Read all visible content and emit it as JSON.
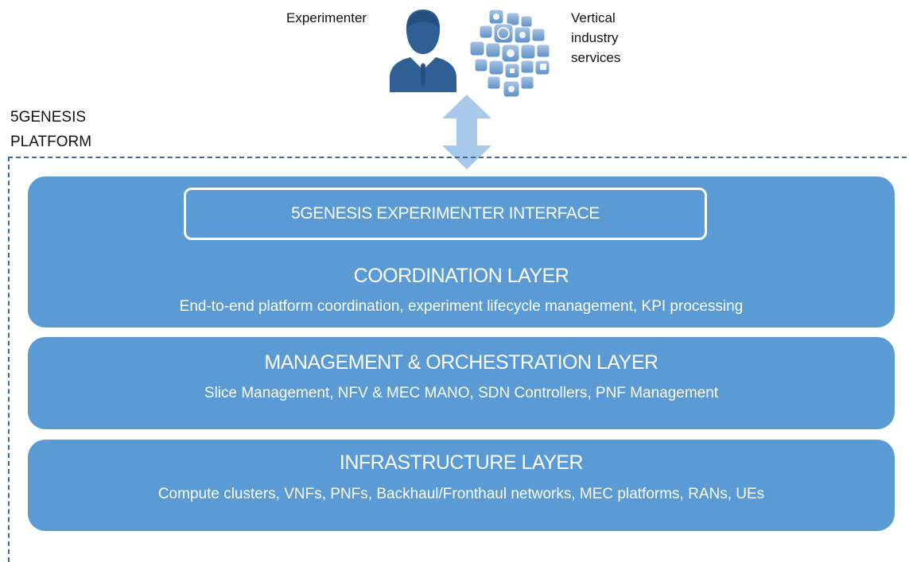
{
  "actors": {
    "experimenter_label": "Experimenter",
    "vertical_label_lines": [
      "Vertical",
      "industry",
      "services"
    ]
  },
  "platform": {
    "label_lines": [
      "5GENESIS",
      "PLATFORM"
    ],
    "border_color": "#3d6a9c"
  },
  "interface": {
    "label": "5GENESIS EXPERIMENTER INTERFACE"
  },
  "layers": {
    "coordination": {
      "title": "COORDINATION LAYER",
      "description": "End-to-end platform coordination, experiment lifecycle management, KPI processing"
    },
    "management": {
      "title": "MANAGEMENT & ORCHESTRATION LAYER",
      "description": "Slice Management, NFV & MEC MANO, SDN Controllers, PNF Management"
    },
    "infrastructure": {
      "title": "INFRASTRUCTURE LAYER",
      "description": "Compute clusters, VNFs, PNFs, Backhaul/Fronthaul networks, MEC platforms, RANs, UEs"
    }
  },
  "colors": {
    "layer_fill": "#5b9bd5",
    "arrow_fill": "#a9c9ea",
    "person_fill": "#2e5f95"
  },
  "icons": {
    "person": "person-icon",
    "apps": "app-cloud-icon",
    "arrow": "double-arrow-icon"
  }
}
